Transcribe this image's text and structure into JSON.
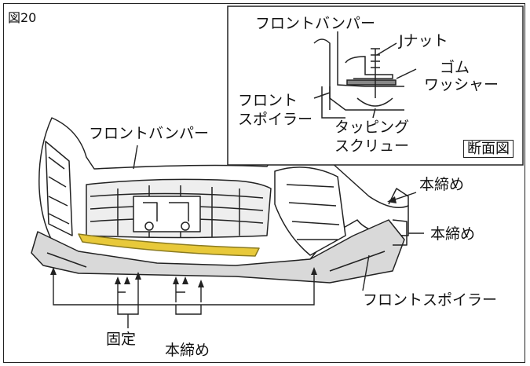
{
  "figure_label": "図20",
  "labels": {
    "front_bumper_main": "フロントバンパー",
    "front_bumper_inset": "フロントバンパー",
    "j_nut": "Jナット",
    "rubber_washer_1": "ゴム",
    "rubber_washer_2": "ワッシャー",
    "front_spoiler_inset_1": "フロント",
    "front_spoiler_inset_2": "スポイラー",
    "tapping_screw_1": "タッピング",
    "tapping_screw_2": "スクリュー",
    "section_view": "断面図",
    "final_tighten_top": "本締め",
    "final_tighten_right": "本締め",
    "front_spoiler_main": "フロントスポイラー",
    "fixed": "固定",
    "final_tighten_bottom": "本締め"
  },
  "colors": {
    "outline": "#222222",
    "spoiler_fill": "#d9d9d9",
    "highlight": "#e8c93a",
    "grille": "#eeeeee"
  }
}
